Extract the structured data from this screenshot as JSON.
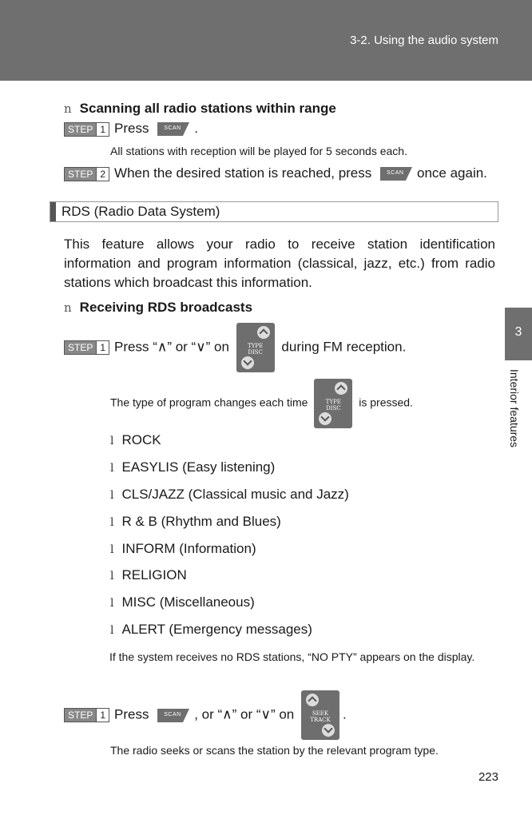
{
  "header": {
    "title": "3-2. Using the audio system"
  },
  "side_tab": {
    "number": "3",
    "label": "Interior features"
  },
  "scan_section": {
    "heading": "Scanning all radio stations within range",
    "bullet": "n",
    "step1": {
      "step": "STEP",
      "num": "1",
      "text_before": "Press",
      "text_after": "."
    },
    "step1_note": "All stations with reception will be played for 5 seconds each.",
    "step2": {
      "step": "STEP",
      "num": "2",
      "text_before": "When the desired station is reached, press",
      "text_after": "once again."
    }
  },
  "buttons": {
    "scan": "SCAN",
    "type_disc_line1": "TYPE",
    "type_disc_line2": "DISC",
    "seek_line1": "SEEK",
    "seek_line2": "TRACK"
  },
  "rds": {
    "title": "RDS (Radio Data System)",
    "intro": "This feature allows your radio to receive station identification information and program information (classical, jazz, etc.) from radio stations which broadcast this information.",
    "sub_heading": "Receiving RDS broadcasts",
    "bullet": "n",
    "step1": {
      "step": "STEP",
      "num": "1",
      "text_before": "Press “∧” or “∨” on",
      "text_after": "during FM reception."
    },
    "type_note_before": "The type of program changes each time",
    "type_note_after": "is pressed.",
    "list_bullet": "l",
    "program_types": [
      "ROCK",
      "EASYLIS (Easy listening)",
      "CLS/JAZZ (Classical music and Jazz)",
      "R & B (Rhythm and Blues)",
      "INFORM (Information)",
      "RELIGION",
      "MISC (Miscellaneous)",
      "ALERT (Emergency messages)"
    ],
    "no_pty_note": "If the system receives no RDS stations, “NO PTY” appears on the display.",
    "step1b": {
      "step": "STEP",
      "num": "1",
      "text_before": "Press",
      "text_mid": ", or “∧” or “∨” on",
      "text_after": "."
    },
    "seek_note": "The radio seeks or scans the station by the relevant program type."
  },
  "page_number": "223",
  "colors": {
    "header_bg": "#6f6f6f",
    "button_bg": "#6e6e6e"
  }
}
